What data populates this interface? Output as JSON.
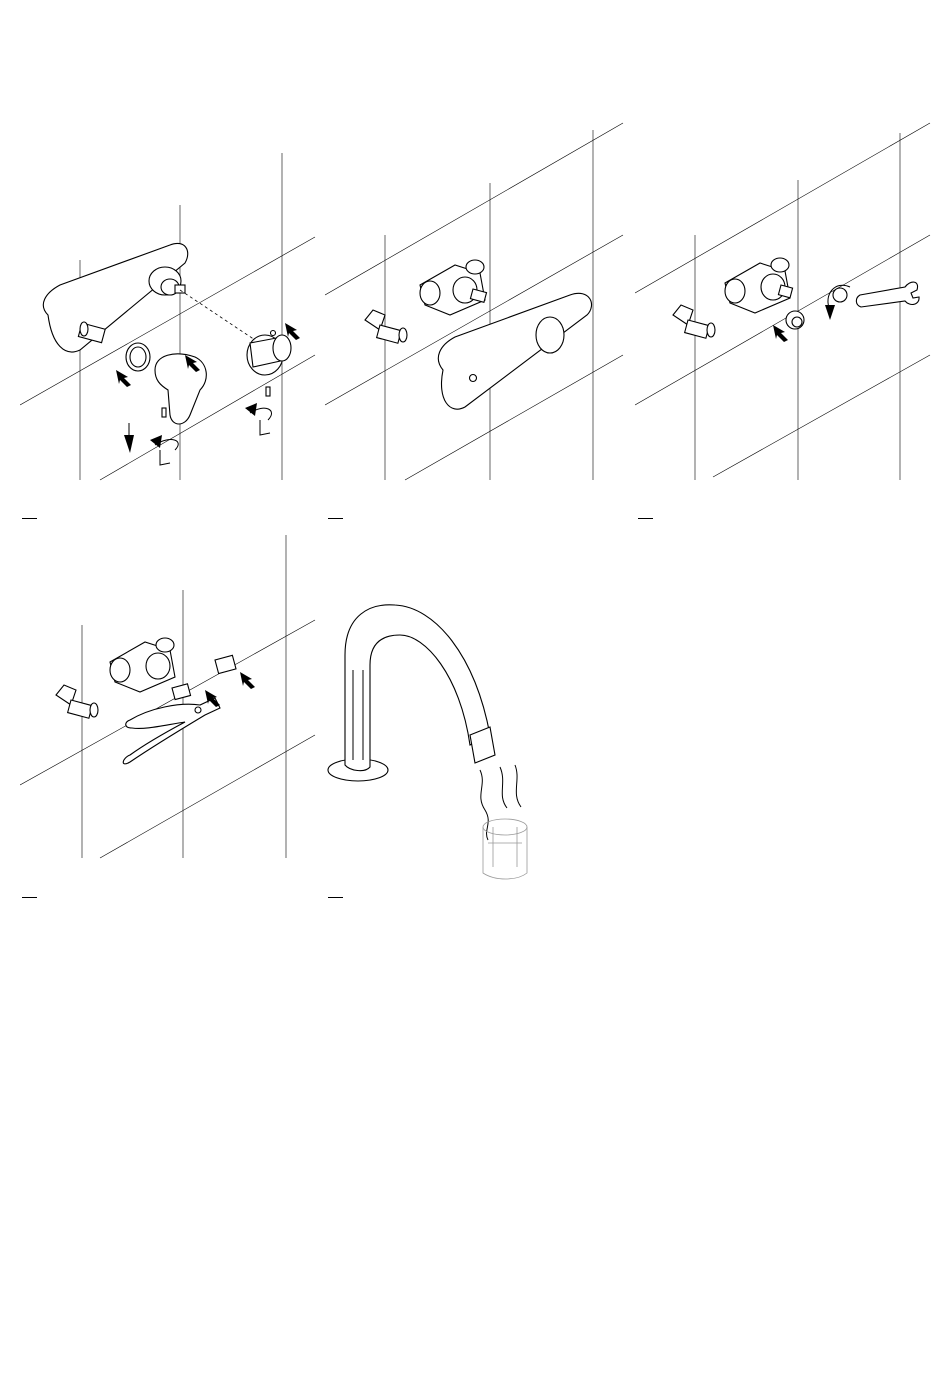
{
  "document": {
    "type": "assembly-instructions",
    "steps": [
      {
        "id": 1,
        "action": "remove-handles-and-cover",
        "icons": [
          "allen-key-icon",
          "removal-arrow-icon",
          "rotate-arrow-icon"
        ]
      },
      {
        "id": 2,
        "action": "remove-cover-plate",
        "icons": [
          "cover-plate-icon"
        ]
      },
      {
        "id": 3,
        "action": "unscrew-cartridge-nut",
        "icons": [
          "wrench-icon",
          "rotate-arrow-icon",
          "removal-arrow-icon"
        ]
      },
      {
        "id": 4,
        "action": "remove-cartridge-with-pliers",
        "icons": [
          "pliers-icon",
          "removal-arrow-icon"
        ]
      },
      {
        "id": 5,
        "action": "flush-water-into-container",
        "icons": [
          "spout-icon",
          "water-flow-icon",
          "container-icon"
        ]
      }
    ]
  },
  "colors": {
    "line": "#000000",
    "background": "#ffffff",
    "faint": "#999999"
  }
}
